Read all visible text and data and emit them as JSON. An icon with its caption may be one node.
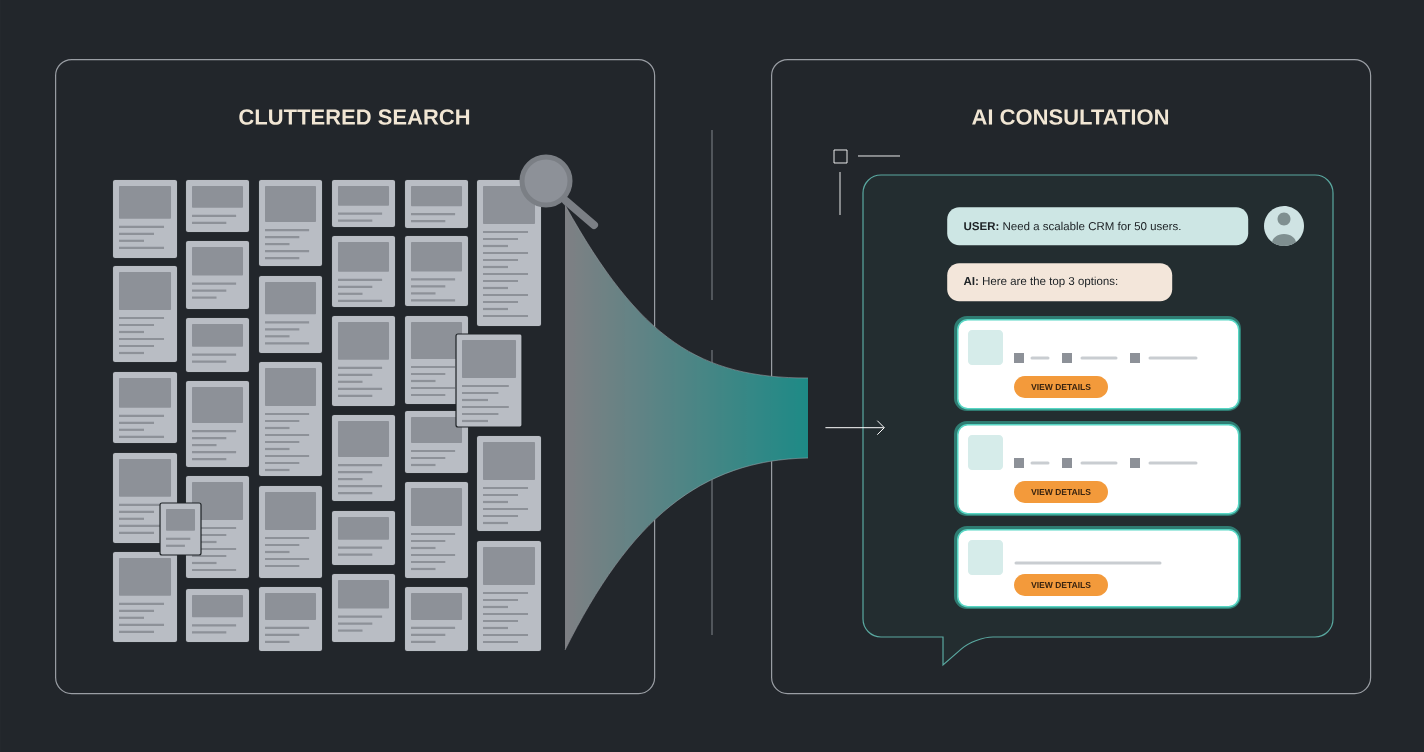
{
  "diagram": {
    "nodes": [
      {
        "text": [
          "CLUTTERED SEARCH"
        ]
      },
      {
        "text": [],
        "shape": "funnel"
      },
      {
        "text": [
          "AI CONSULTATION"
        ]
      },
      {
        "text": [],
        "shape": "box",
        "in": 2
      },
      {
        "text": [
          "**USER:** Need a scalable CRM for 50 users."
        ],
        "in": 3
      },
      {
        "text": [
          "**AI:** Here are the top 3 options:"
        ],
        "in": 3
      },
      {
        "text": [
          "VIEW DETAILS"
        ],
        "in": 3
      },
      {
        "text": [
          "VIEW DETAILS"
        ],
        "in": 3
      },
      {
        "text": [
          "VIEW DETAILS"
        ],
        "in": 3
      }
    ],
    "edges": [
      {
        "from": 1,
        "to": 3,
        "arrow": "to"
      }
    ]
  }
}
